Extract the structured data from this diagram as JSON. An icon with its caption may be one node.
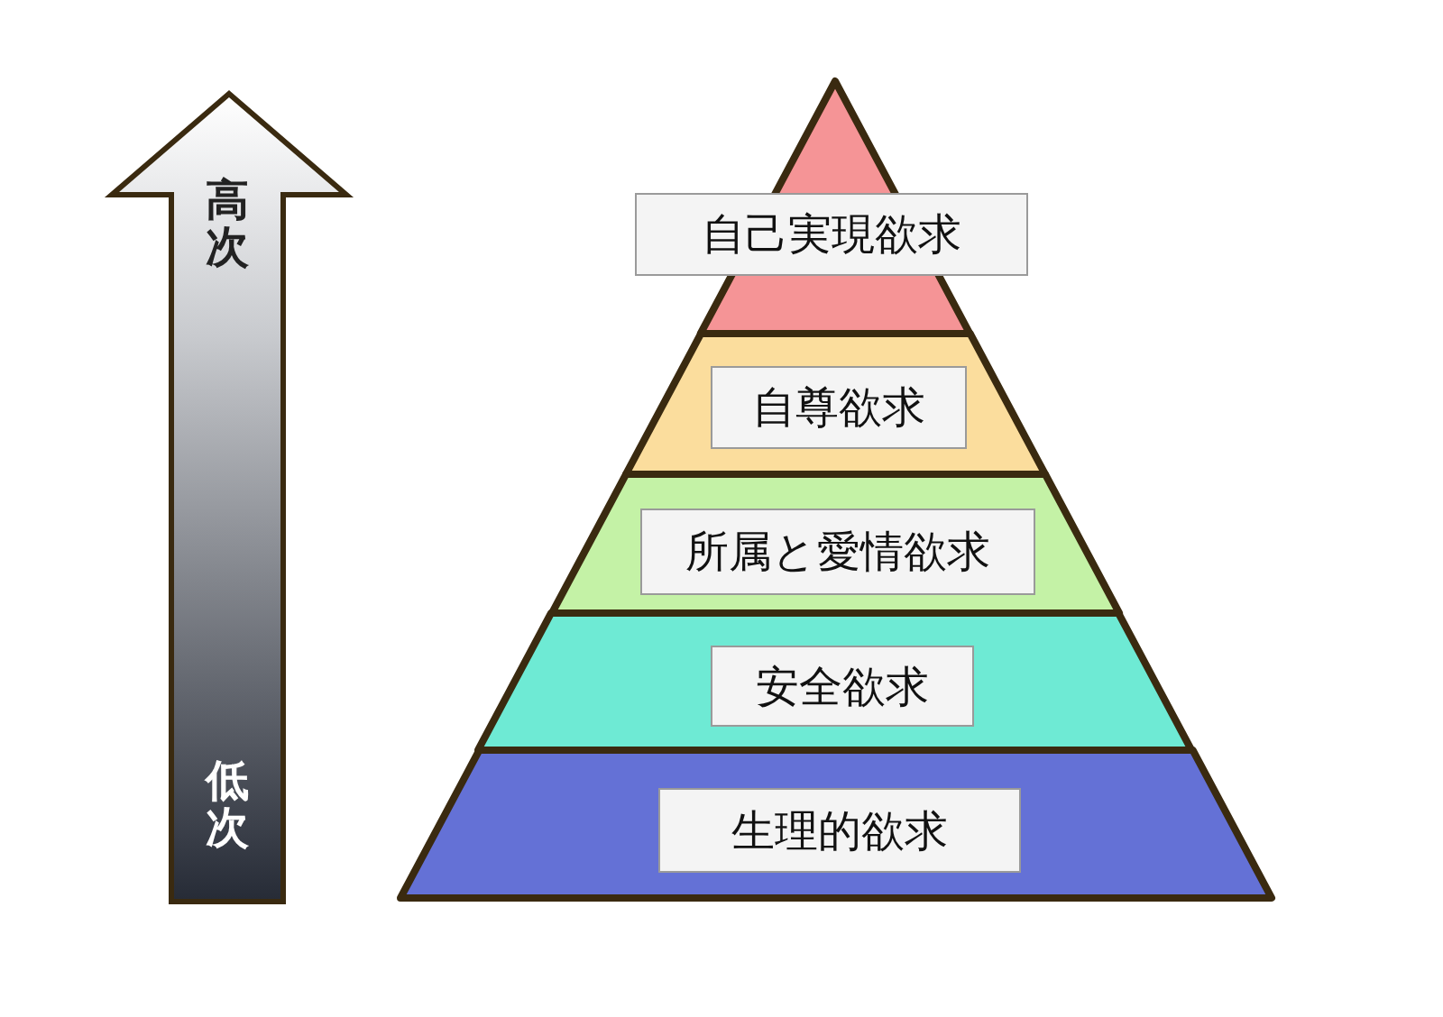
{
  "diagram": {
    "nodes": [
      {
        "text": [
          "自己実現欲求"
        ]
      },
      {
        "text": [
          "自尊欲求"
        ]
      },
      {
        "text": [
          "所属と愛情欲求"
        ]
      },
      {
        "text": [
          "安全欲求"
        ]
      },
      {
        "text": [
          "生理的欲求"
        ]
      }
    ],
    "labels": [
      "高次",
      "低次"
    ]
  }
}
